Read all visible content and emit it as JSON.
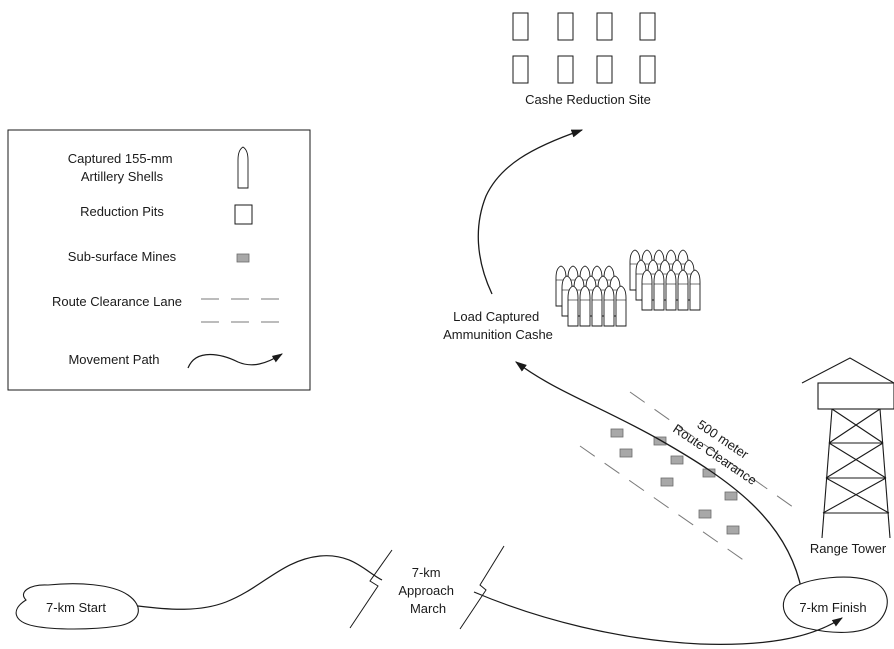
{
  "legend": {
    "items": [
      {
        "label_lines": [
          "Captured 155-mm",
          "Artillery Shells"
        ],
        "icon": "artillery-shell-icon"
      },
      {
        "label_lines": [
          "Reduction Pits"
        ],
        "icon": "reduction-pit-icon"
      },
      {
        "label_lines": [
          "Sub-surface Mines"
        ],
        "icon": "mine-icon"
      },
      {
        "label_lines": [
          "Route Clearance Lane"
        ],
        "icon": "clearance-lane-icon"
      },
      {
        "label_lines": [
          "Movement Path"
        ],
        "icon": "movement-path-icon"
      }
    ]
  },
  "labels": {
    "cache_site": "Cashe Reduction Site",
    "load_cache": [
      "Load Captured",
      "Ammunition Cashe"
    ],
    "route_clearance": [
      "500 meter",
      "Route Clearance"
    ],
    "approach_march": [
      "7-km",
      "Approach",
      "March"
    ],
    "start": "7-km Start",
    "finish": "7-km Finish",
    "range_tower": "Range Tower"
  },
  "colors": {
    "ink": "#1a1a1a",
    "mine_fill": "#a8a8a8",
    "mine_stroke": "#6b6b6b",
    "lane": "#7a7a7a"
  }
}
